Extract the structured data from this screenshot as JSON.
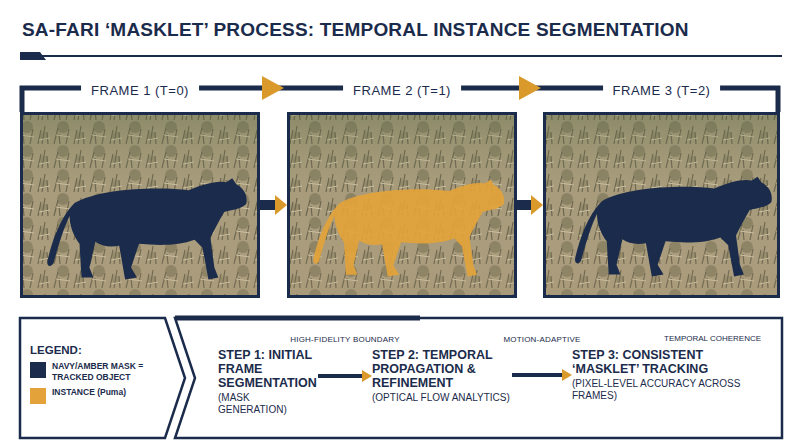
{
  "diagram": {
    "title": "SA-FARI ‘MASKLET’ PROCESS: TEMPORAL INSTANCE SEGMENTATION",
    "nodes": [
      {
        "text": [
          "FRAME 1 (T=0)"
        ]
      },
      {
        "text": [
          "FRAME 2 (T=1)"
        ]
      },
      {
        "text": [
          "FRAME 3 (T=2)"
        ]
      },
      {
        "text": [
          "STEP 1: INITIAL FRAME SEGMENTATION",
          "(MASK GENERATION)"
        ]
      },
      {
        "text": [
          "STEP 2: TEMPORAL PROPAGATION & REFINEMENT",
          "(OPTICAL FLOW ANALYTICS)"
        ]
      },
      {
        "text": [
          "STEP 3: CONSISTENT ‘MASKLET’ TRACKING",
          "(PIXEL-LEVEL ACCURACY ACROSS FRAMES)"
        ]
      }
    ],
    "edges": [
      {
        "from": 0,
        "to": 1,
        "arrow": "to"
      },
      {
        "from": 1,
        "to": 2,
        "arrow": "to"
      },
      {
        "from": 3,
        "to": 4,
        "label": "HIGH-FIDELITY BOUNDARY",
        "arrow": "to"
      },
      {
        "from": 4,
        "to": 5,
        "label": "MOTION-ADAPTIVE",
        "arrow": "to"
      }
    ],
    "labels": [
      "LEGEND:",
      "TEMPORAL COHERENCE"
    ],
    "legend": [
      {
        "text": "NAVY/AMBER MASK = TRACKED OBJECT",
        "color": "#1b2b4b"
      },
      {
        "text": "INSTANCE (Puma)",
        "color": "#e3a33a"
      }
    ]
  }
}
